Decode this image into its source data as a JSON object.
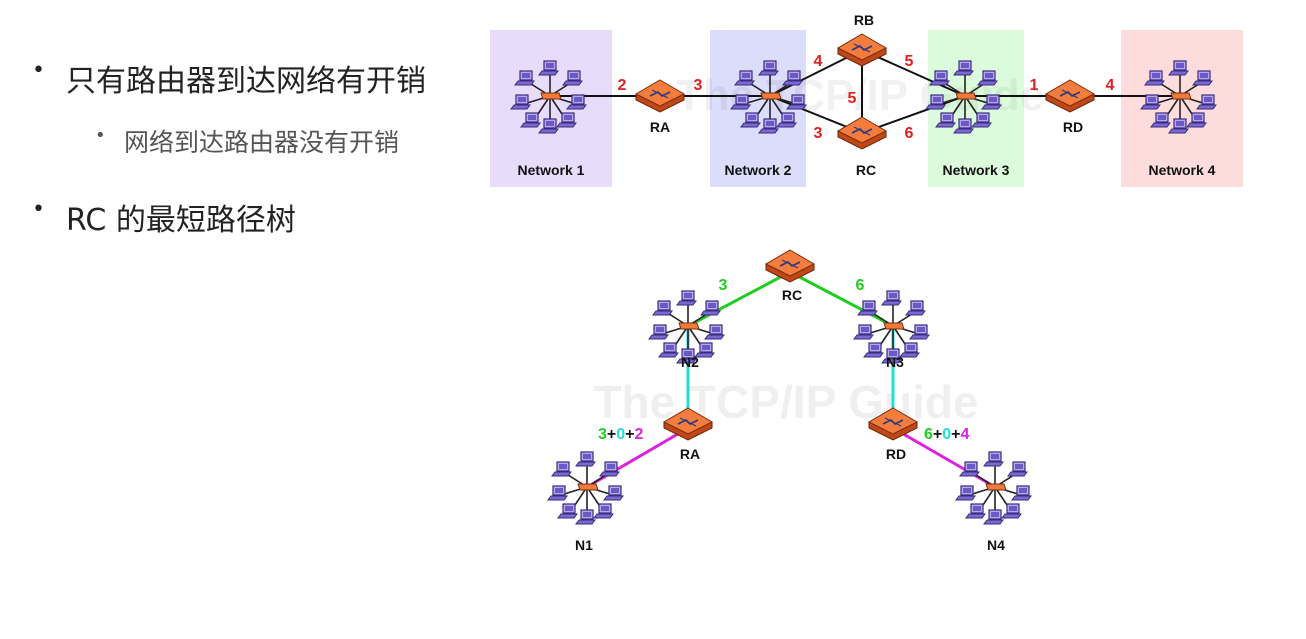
{
  "bullets": {
    "b1": "只有路由器到达网络有开销",
    "b2": "网络到达路由器没有开销",
    "b3": "RC 的最短路径树"
  },
  "top_diagram": {
    "networks": [
      "Network 1",
      "Network 2",
      "Network 3",
      "Network 4"
    ],
    "routers": [
      "RA",
      "RB",
      "RC",
      "RD"
    ],
    "costs": {
      "n1_ra": "2",
      "ra_n2": "3",
      "n2_rb": "4",
      "rb_n3": "5",
      "rb_rc": "5",
      "n2_rc": "3",
      "rc_n3": "6",
      "n3_rd": "1",
      "rd_n4": "4"
    },
    "watermark": "The TCP/IP Guide"
  },
  "tree": {
    "nodes": {
      "rc": "RC",
      "n2": "N2",
      "n3": "N3",
      "ra": "RA",
      "rd": "RD",
      "n1": "N1",
      "n4": "N4"
    },
    "cost_rc_n2": "3",
    "cost_rc_n3": "6",
    "left_sum": [
      "3",
      "+",
      "0",
      "+",
      "2"
    ],
    "right_sum": [
      "6",
      "+",
      "0",
      "+",
      "4"
    ],
    "watermark": "The TCP/IP Guide"
  },
  "colors": {
    "network1_bg": "#e8dcfb",
    "network2_bg": "#dcdcfb",
    "network3_bg": "#dcfbdc",
    "network4_bg": "#fddcdc",
    "cost_red": "#e02020",
    "green": "#22cc22",
    "cyan": "#22dddd",
    "magenta": "#dd22dd"
  }
}
